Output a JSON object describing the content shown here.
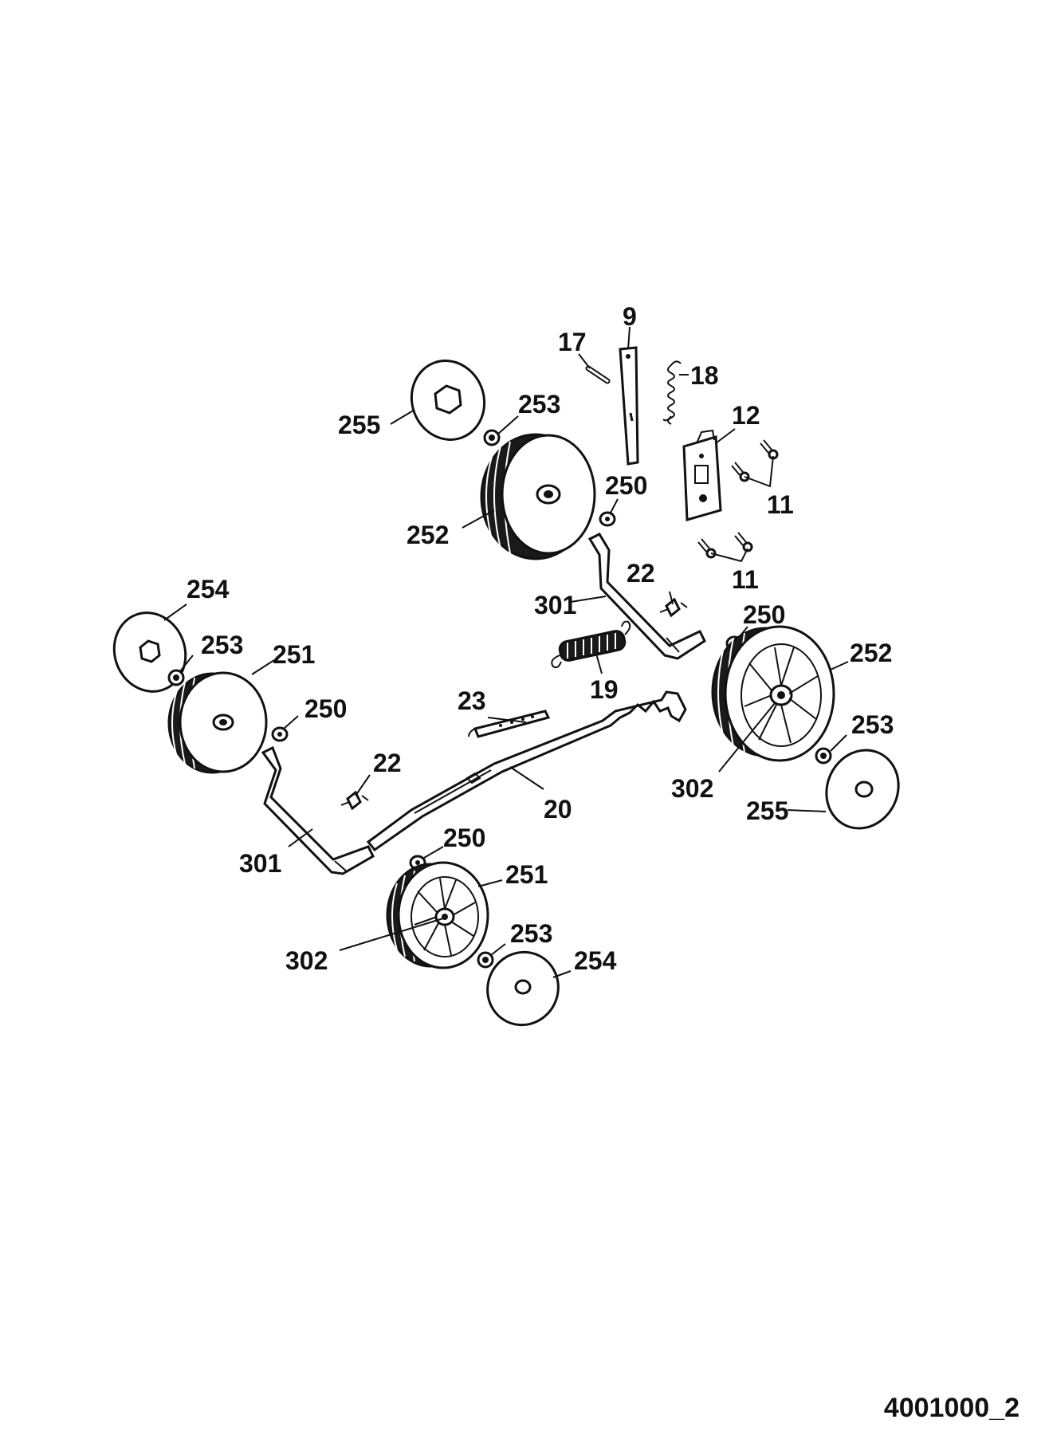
{
  "drawing_number": "4001000_2",
  "callouts": {
    "c9": "9",
    "c17": "17",
    "c18": "18",
    "c12": "12",
    "c11a": "11",
    "c11b": "11",
    "c255a": "255",
    "c253a": "253",
    "c250a": "250",
    "c252a": "252",
    "c22a": "22",
    "c301a": "301",
    "c250b": "250",
    "c252b": "252",
    "c19": "19",
    "c254a": "254",
    "c253b": "253",
    "c251a": "251",
    "c250c": "250",
    "c23": "23",
    "c253c": "253",
    "c302a": "302",
    "c255b": "255",
    "c22b": "22",
    "c20": "20",
    "c301b": "301",
    "c250d": "250",
    "c251b": "251",
    "c253d": "253",
    "c302b": "302",
    "c254b": "254"
  }
}
